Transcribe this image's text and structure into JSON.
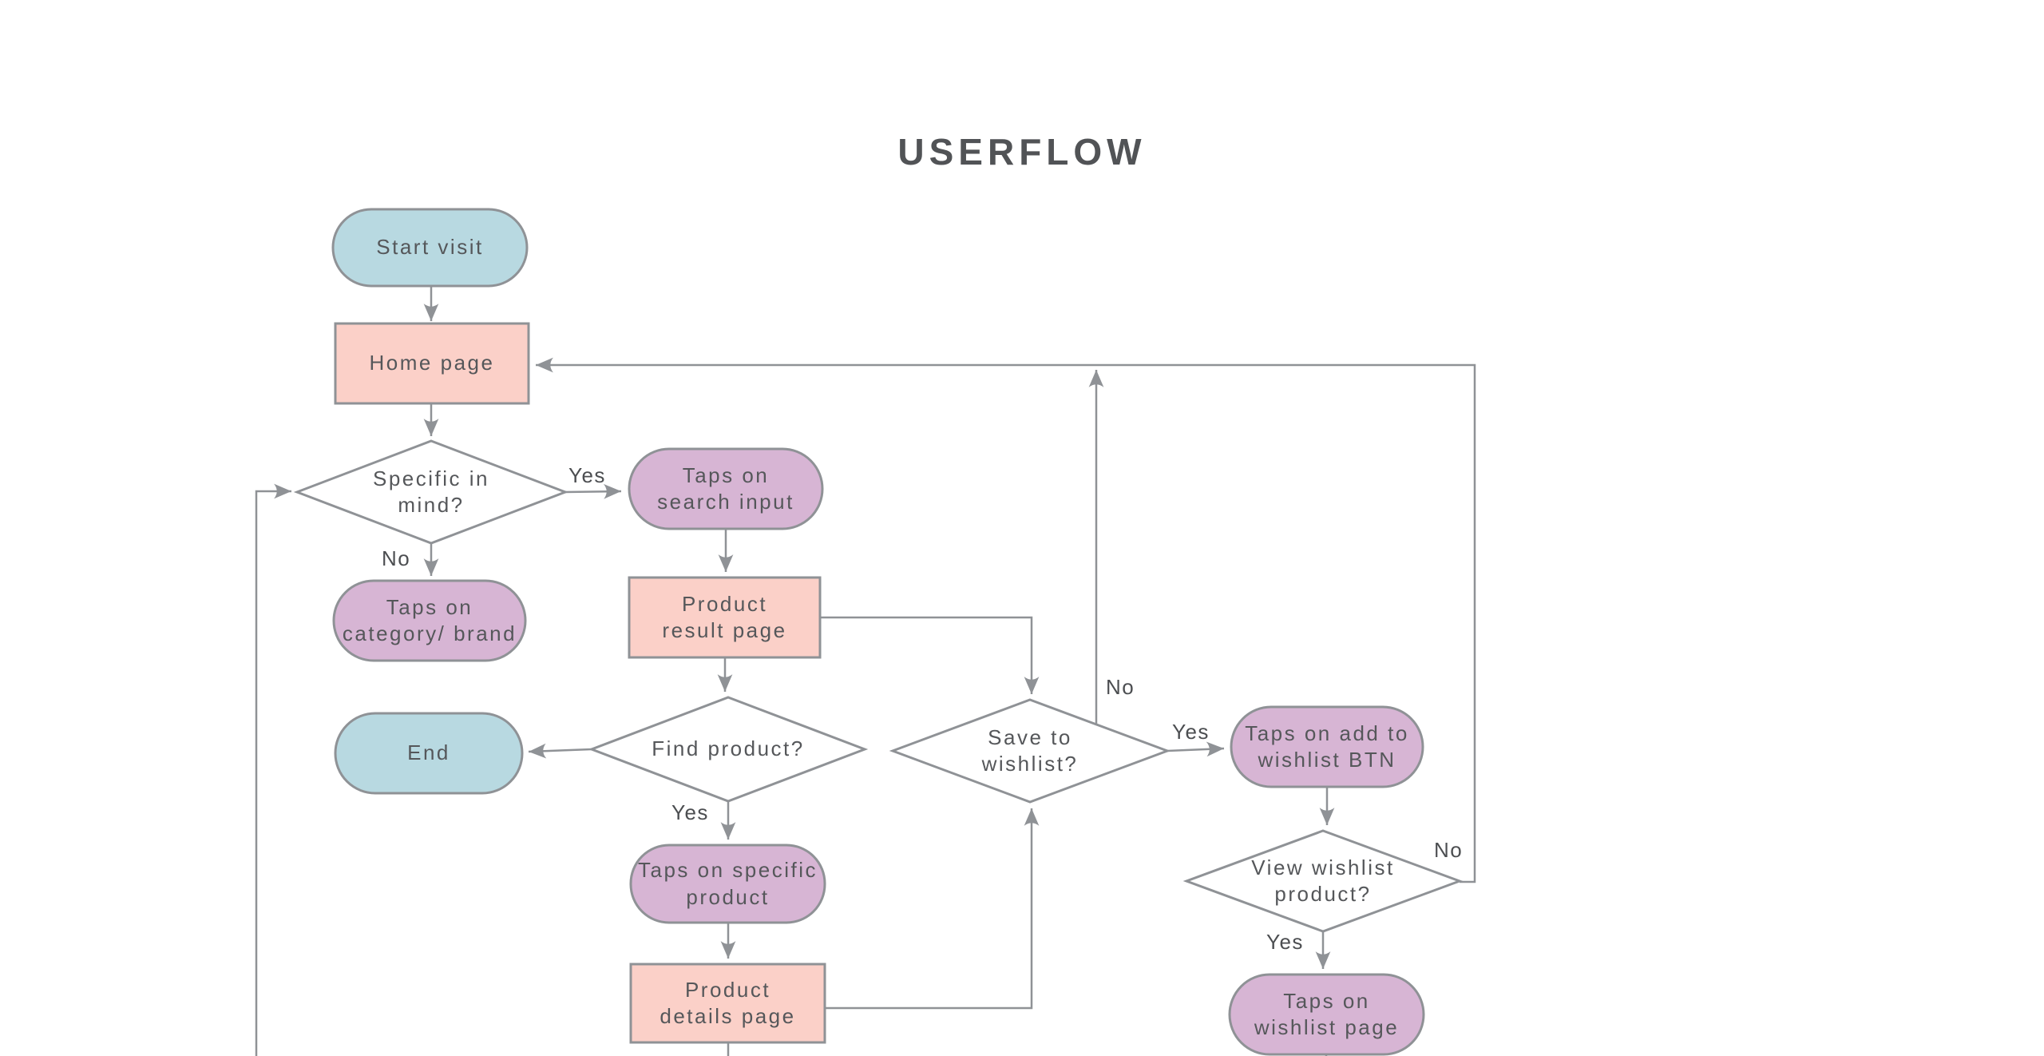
{
  "title": "USERFLOW",
  "palette": {
    "terminal_fill": "#b8d9e1",
    "page_fill": "#fbd0c8",
    "action_fill": "#d7b5d4",
    "decision_fill": "#ffffff",
    "line_stroke": "#8f9296",
    "text_color": "#55575a"
  },
  "nodes": {
    "start": {
      "label": "Start visit",
      "type": "terminal"
    },
    "home_page": {
      "label": "Home page",
      "type": "page"
    },
    "specific_in_mind": {
      "label": "Specific in mind?",
      "type": "decision"
    },
    "taps_search_input": {
      "label": "Taps on search input",
      "type": "action"
    },
    "taps_category_brand": {
      "label": "Taps on category/ brand",
      "type": "action"
    },
    "product_result_page": {
      "label": "Product result page",
      "type": "page"
    },
    "end": {
      "label": "End",
      "type": "terminal"
    },
    "find_product": {
      "label": "Find product?",
      "type": "decision"
    },
    "save_to_wishlist": {
      "label": "Save to wishlist?",
      "type": "decision"
    },
    "taps_add_wishlist_btn": {
      "label": "Taps on add to wishlist BTN",
      "type": "action"
    },
    "view_wishlist_product": {
      "label": "View wishlist product?",
      "type": "decision"
    },
    "taps_specific_product": {
      "label": "Taps on specific product",
      "type": "action"
    },
    "product_details_page": {
      "label": "Product details page",
      "type": "page"
    },
    "taps_wishlist_page": {
      "label": "Taps on wishlist page",
      "type": "action"
    }
  },
  "edge_labels": {
    "specific_yes": "Yes",
    "specific_no": "No",
    "find_yes": "Yes",
    "save_yes": "Yes",
    "save_no": "No",
    "view_yes": "Yes",
    "view_no": "No"
  }
}
